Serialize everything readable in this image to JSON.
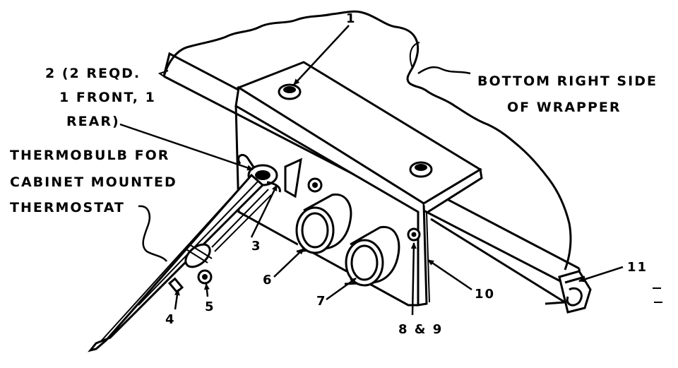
{
  "labels": {
    "wrapper_line1": "BOTTOM RIGHT SIDE",
    "wrapper_line2": "OF WRAPPER",
    "clip_line1": "2 (2 REQD.",
    "clip_line2": "1 FRONT, 1",
    "clip_line3": "REAR)",
    "bulb_line1": "THERMOBULB FOR",
    "bulb_line2": "CABINET MOUNTED",
    "bulb_line3": "THERMOSTAT"
  },
  "callouts": {
    "c1": "1",
    "c3": "3",
    "c4": "4",
    "c5": "5",
    "c6": "6",
    "c7": "7",
    "c89": "8 & 9",
    "c10": "10",
    "c11": "11"
  },
  "colors": {
    "ink": "#000000",
    "paper": "#ffffff"
  }
}
